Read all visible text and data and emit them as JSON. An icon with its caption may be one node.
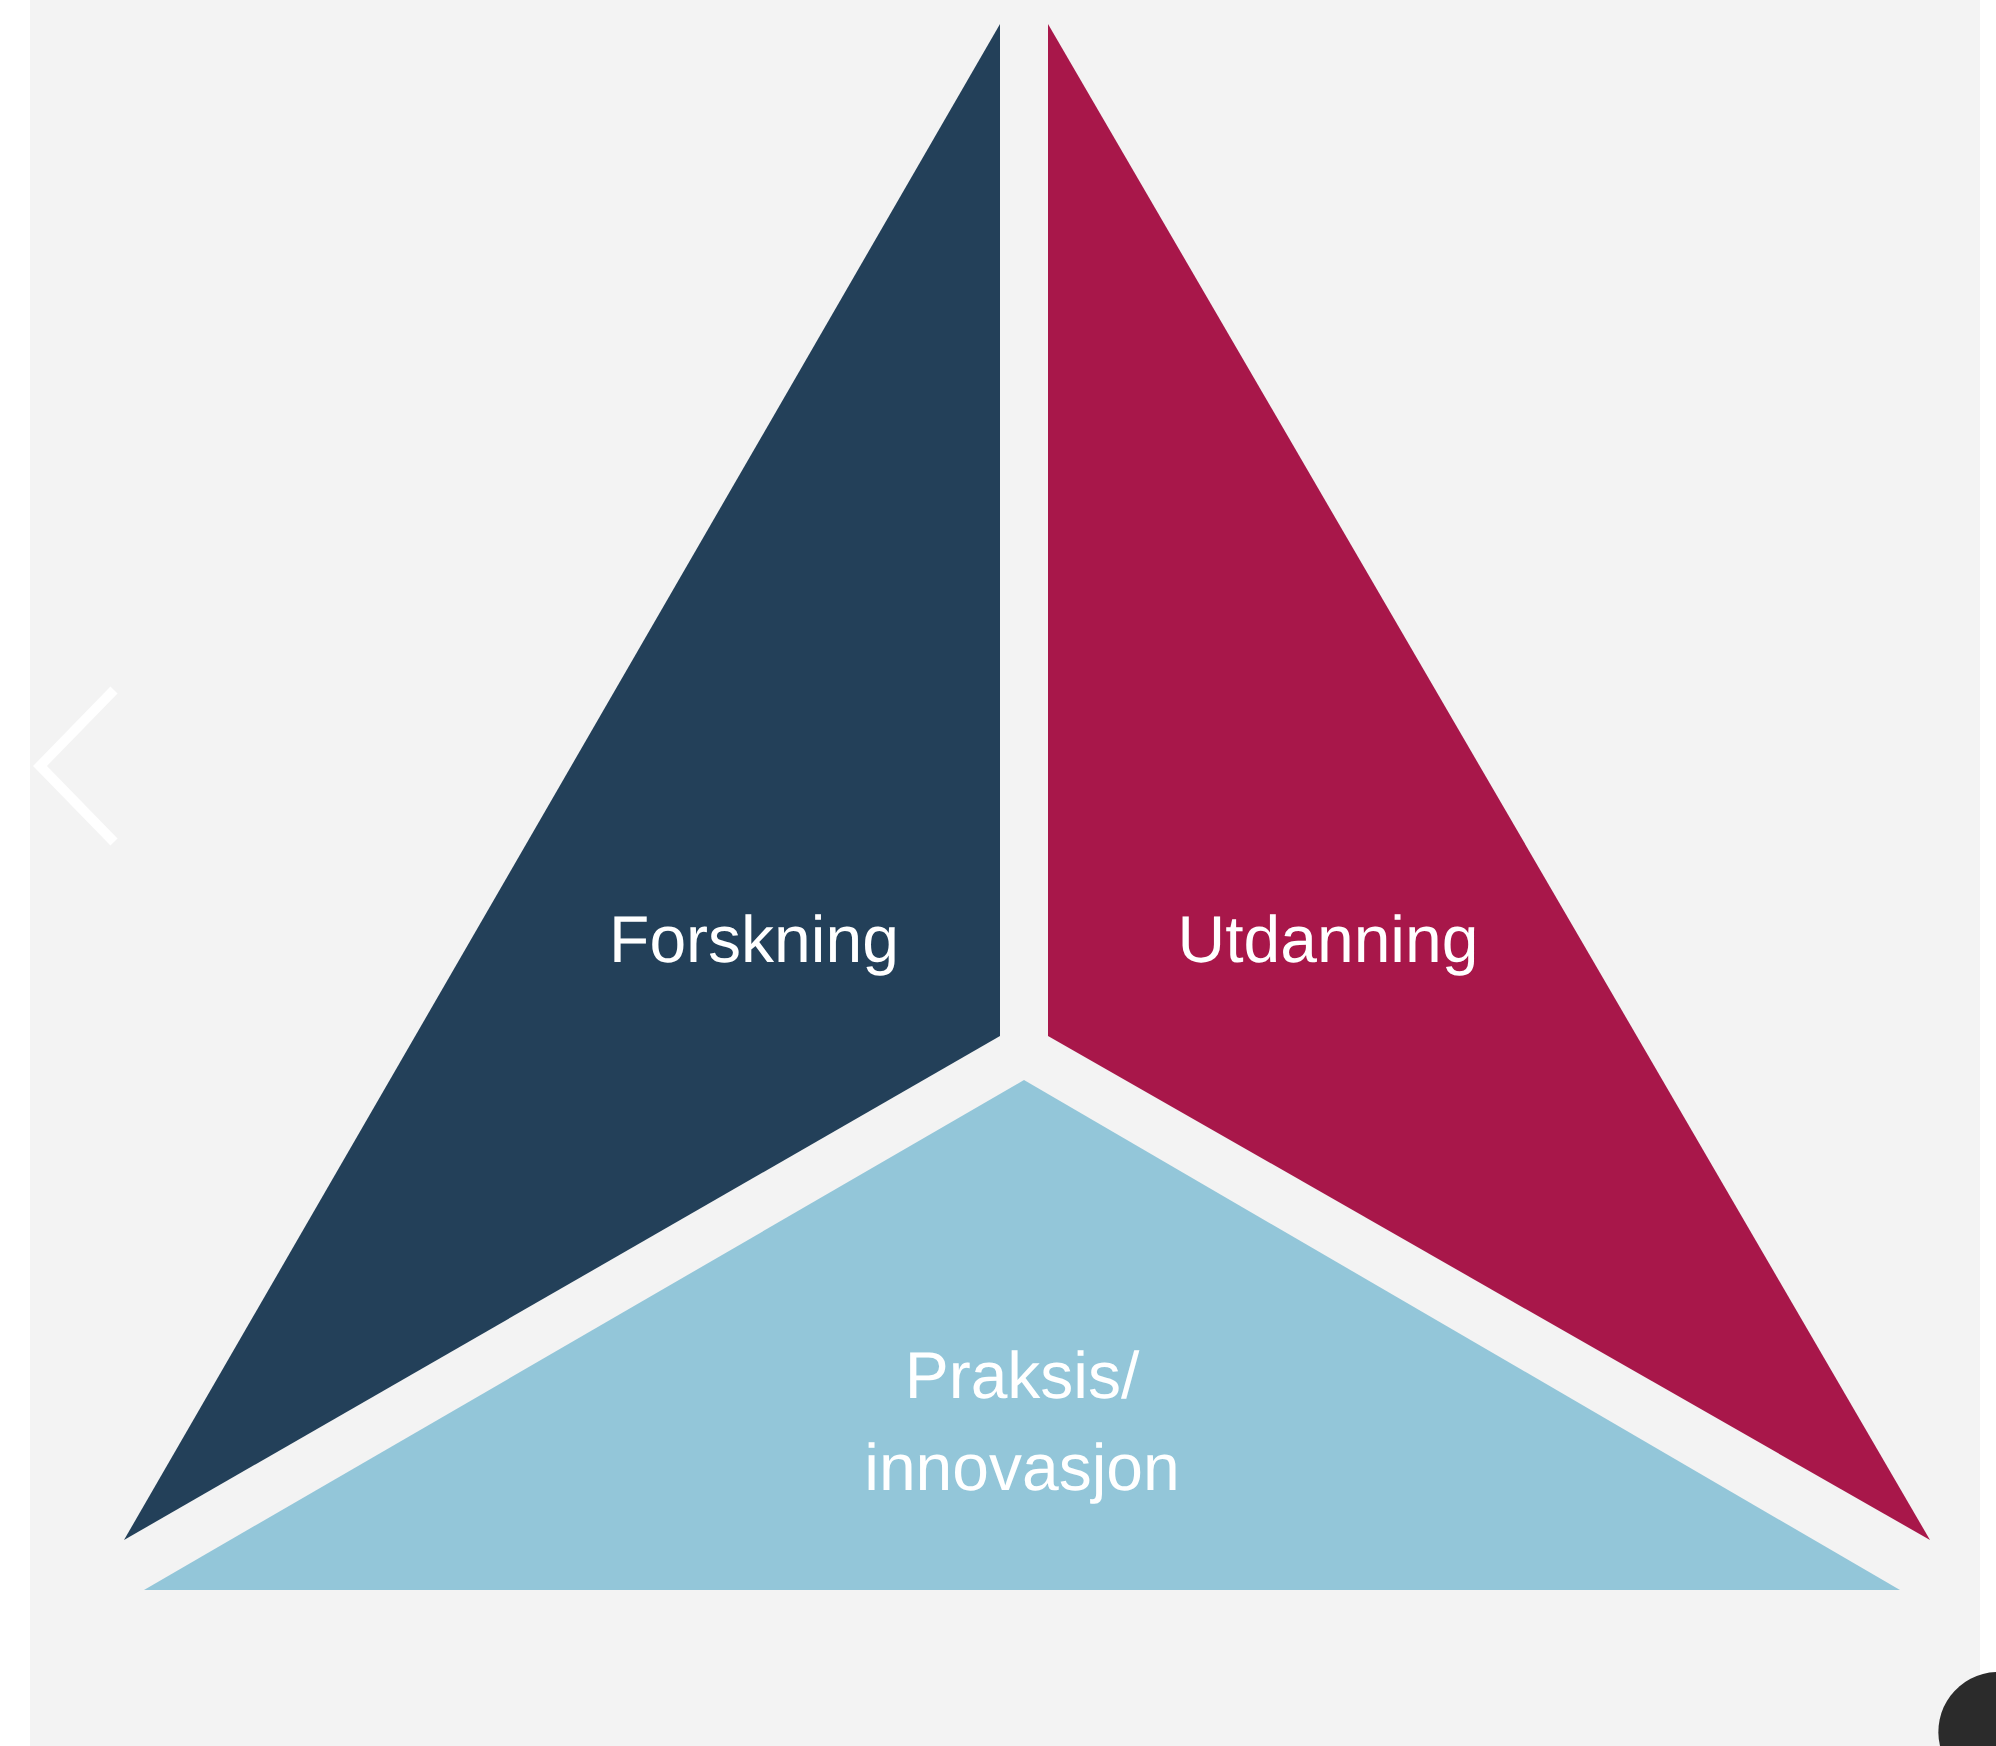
{
  "diagram": {
    "nodes": [
      {
        "text": [
          "Forskning"
        ]
      },
      {
        "text": [
          "Utdanning"
        ]
      },
      {
        "text": [
          "Praksis/ innovasjon"
        ]
      }
    ],
    "edges": []
  }
}
